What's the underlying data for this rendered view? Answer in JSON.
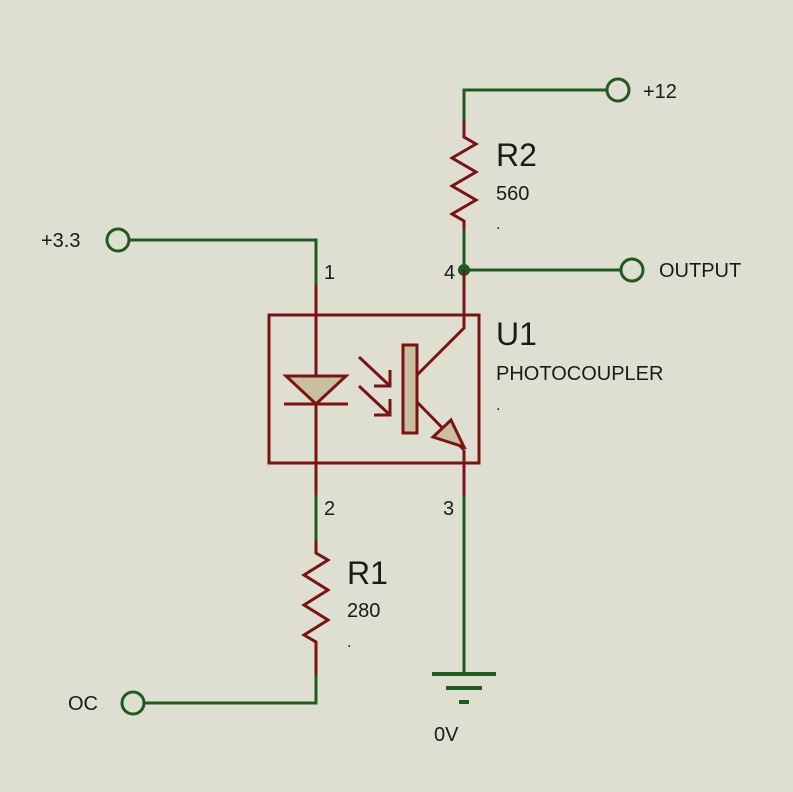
{
  "ports": {
    "plus12": "+12",
    "plus3v3": "+3.3",
    "output": "OUTPUT",
    "oc": "OC",
    "ground": "0V"
  },
  "R2": {
    "ref": "R2",
    "value": "560",
    "extra": "."
  },
  "R1": {
    "ref": "R1",
    "value": "280",
    "extra": "."
  },
  "U1": {
    "ref": "U1",
    "value": "PHOTOCOUPLER",
    "extra": ".",
    "pins": {
      "p1": "1",
      "p2": "2",
      "p3": "3",
      "p4": "4"
    }
  },
  "colors": {
    "background": "#dedfd0",
    "wire": "#1f5b1f",
    "component": "#7a1414",
    "body_fill": "#c9bf9e"
  }
}
